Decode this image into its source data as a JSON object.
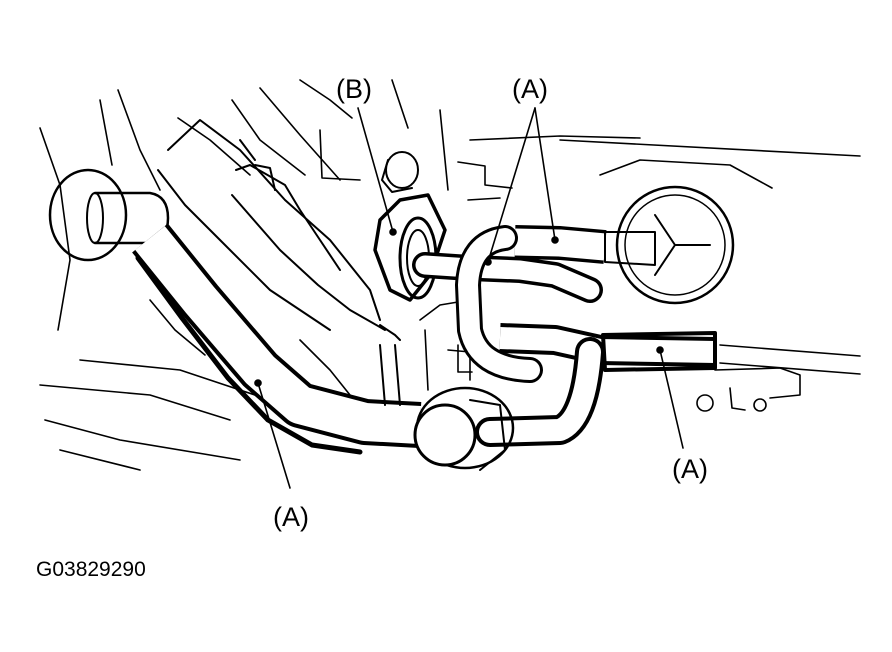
{
  "labels": {
    "b_top": "(B)",
    "a_top": "(A)",
    "a_right": "(A)",
    "a_bottom": "(A)"
  },
  "figure_id": "G03829290",
  "colors": {
    "ink": "#000000",
    "paper": "#ffffff"
  }
}
